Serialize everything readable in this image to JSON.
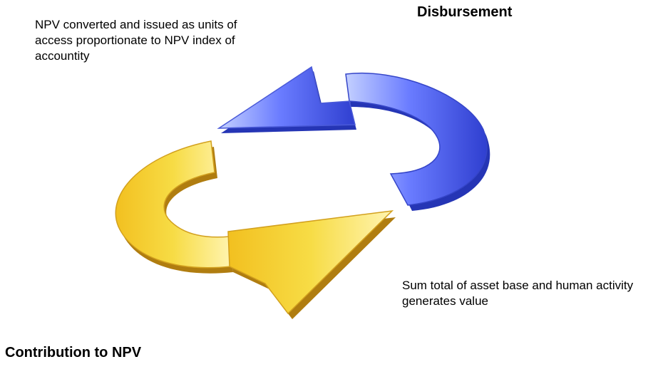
{
  "labels": {
    "top_note": "NPV converted and issued as units of access proportionate to NPV index of accountity",
    "disbursement": "Disbursement",
    "bottom_note": "Sum total of asset base and human activity generates value",
    "contribution": "Contribution to NPV"
  },
  "colors": {
    "blue_light": "#c4d0ff",
    "blue": "#6a7cff",
    "blue_dark": "#2f3fd0",
    "yellow_light": "#fff4b0",
    "yellow": "#f5d530",
    "yellow_dark": "#c8961a"
  },
  "icons": [
    "blue-cycle-arrow-icon",
    "yellow-cycle-arrow-icon"
  ]
}
